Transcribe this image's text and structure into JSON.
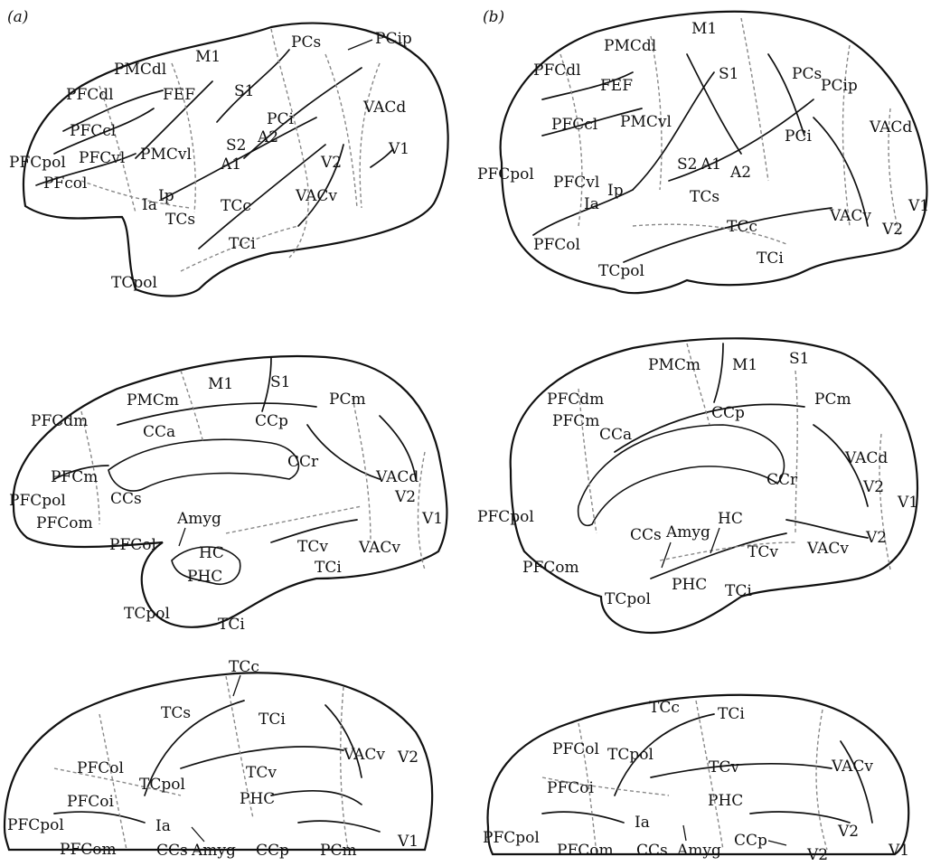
{
  "panels": {
    "a": "(a)",
    "b": "(b)"
  },
  "views": {
    "a_lateral": [
      "PCs",
      "PCip",
      "M1",
      "PMCdl",
      "S1",
      "PFCdl",
      "FEF",
      "VACd",
      "PCi",
      "PFCcl",
      "PMCvl",
      "PFCpol",
      "PFCvl",
      "S2",
      "A2",
      "A1",
      "V2",
      "V1",
      "PFcol",
      "Ia",
      "Ip",
      "TCs",
      "TCc",
      "VACv",
      "TCi",
      "TCpol"
    ],
    "a_medial": [
      "M1",
      "S1",
      "PMCm",
      "PCm",
      "PFCdm",
      "CCp",
      "CCa",
      "CCr",
      "PFCm",
      "VACd",
      "CCs",
      "PFCpol",
      "V2",
      "Amyg",
      "V1",
      "PFCom",
      "PFCol",
      "HC",
      "TCv",
      "VACv",
      "TCi",
      "PHC",
      "TCpol",
      "TCi"
    ],
    "a_ventral": [
      "TCc",
      "TCs",
      "TCi",
      "VACv",
      "V2",
      "PFCol",
      "TCpol",
      "TCv",
      "PHC",
      "PFCoi",
      "PFCpol",
      "Ia",
      "PFCom",
      "CCs",
      "Amyg",
      "CCp",
      "PCm",
      "V1"
    ],
    "b_lateral": [
      "M1",
      "PMCdl",
      "PCs",
      "PFCdl",
      "S1",
      "FEF",
      "PCip",
      "VACd",
      "PFCcl",
      "PMCvl",
      "PCi",
      "PFCpol",
      "S2",
      "A1",
      "A2",
      "PFCvl",
      "Ia",
      "Ip",
      "TCs",
      "V1",
      "VACv",
      "TCc",
      "V2",
      "PFCol",
      "TCi",
      "TCpol"
    ],
    "b_medial": [
      "PMCm",
      "M1",
      "S1",
      "PFCdm",
      "PCm",
      "CCp",
      "PFCm",
      "CCa",
      "VACd",
      "CCr",
      "V2",
      "V1",
      "PFCpol",
      "HC",
      "CCs",
      "Amyg",
      "TCv",
      "VACv",
      "V2",
      "PFCom",
      "PHC",
      "TCpol",
      "TCi"
    ],
    "b_ventral": [
      "TCc",
      "TCi",
      "PFCol",
      "TCpol",
      "TCv",
      "VACv",
      "PFCoi",
      "PHC",
      "Ia",
      "PFCpol",
      "V2",
      "PFCom",
      "CCs",
      "Amyg",
      "CCp",
      "V2",
      "V1"
    ]
  }
}
